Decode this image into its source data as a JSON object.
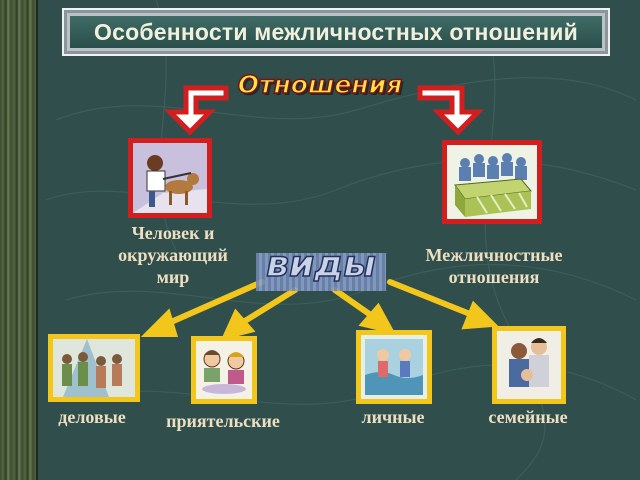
{
  "title": "Особенности межличностных отношений",
  "relations_label": "Отношения",
  "branches": {
    "left": {
      "label_line1": "Человек и",
      "label_line2": "окружающий",
      "label_line3": "мир"
    },
    "right": {
      "label_line1": "Межличностные",
      "label_line2": "отношения"
    }
  },
  "types_label": "виды",
  "types": [
    {
      "label": "деловые"
    },
    {
      "label": "приятельские"
    },
    {
      "label": "личные"
    },
    {
      "label": "семейные"
    }
  ],
  "colors": {
    "background": "#2f4e4c",
    "red_frame": "#d21e1e",
    "yellow_frame": "#f2c61b",
    "label_text": "#eedfc0",
    "relations_text": "#ffe24a"
  }
}
